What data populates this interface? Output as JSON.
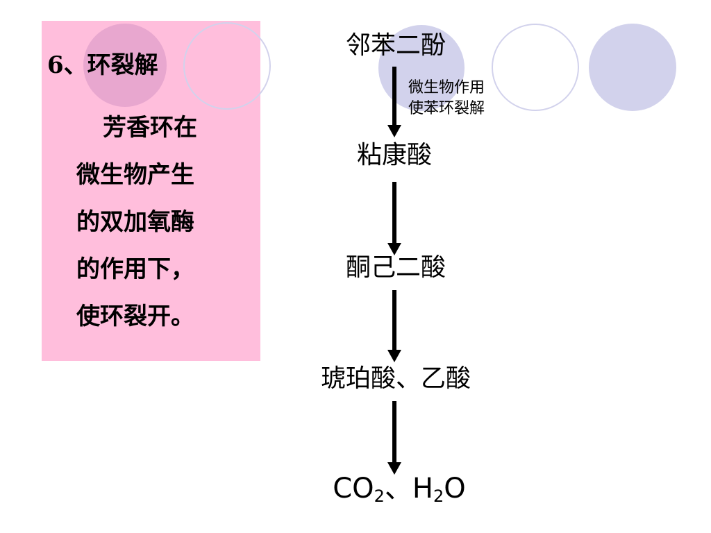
{
  "panel": {
    "heading": "6、环裂解",
    "body_lines": [
      "芳香环在",
      "微生物产生",
      "的双加氧酶",
      "的作用下，",
      "使环裂开。"
    ],
    "background_color": "#ffbedc"
  },
  "flow": {
    "nodes": [
      {
        "label": "邻苯二酚"
      },
      {
        "label": "粘康酸"
      },
      {
        "label": "酮己二酸"
      },
      {
        "label": "琥珀酸、乙酸"
      },
      {
        "label_parts": [
          "CO",
          "2",
          "、H",
          "2",
          "O"
        ]
      }
    ],
    "arrow_note_lines": [
      "微生物作用",
      "使苯环裂解"
    ]
  },
  "decoration": {
    "circle_color": "#d2d2ec"
  }
}
